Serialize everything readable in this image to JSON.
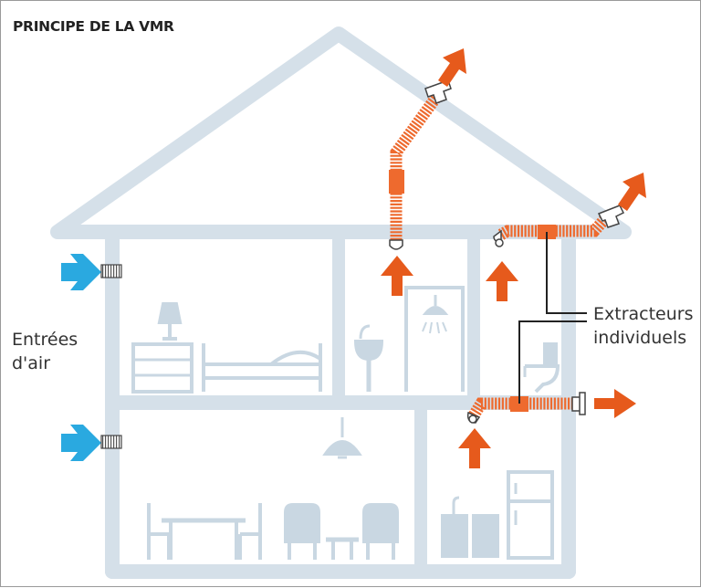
{
  "title": "PRINCIPE DE LA VMR",
  "labels": {
    "air_inlets_line1": "Entrées",
    "air_inlets_line2": "d'air",
    "extractors_line1": "Extracteurs",
    "extractors_line2": "individuels"
  },
  "colors": {
    "house_outline": "#d5e0e9",
    "furniture": "#c9d7e2",
    "duct": "#ee6a2e",
    "duct_stripe": "#f6a37c",
    "arrow_out": "#e65a1c",
    "arrow_in": "#2aa9e0",
    "leader_line": "#222222"
  },
  "icons": [
    "air-inlet-arrow-icon",
    "air-inlet-grille-icon",
    "extraction-arrow-icon",
    "exhaust-arrow-icon",
    "extractor-fan-icon",
    "duct-terminal-icon"
  ]
}
